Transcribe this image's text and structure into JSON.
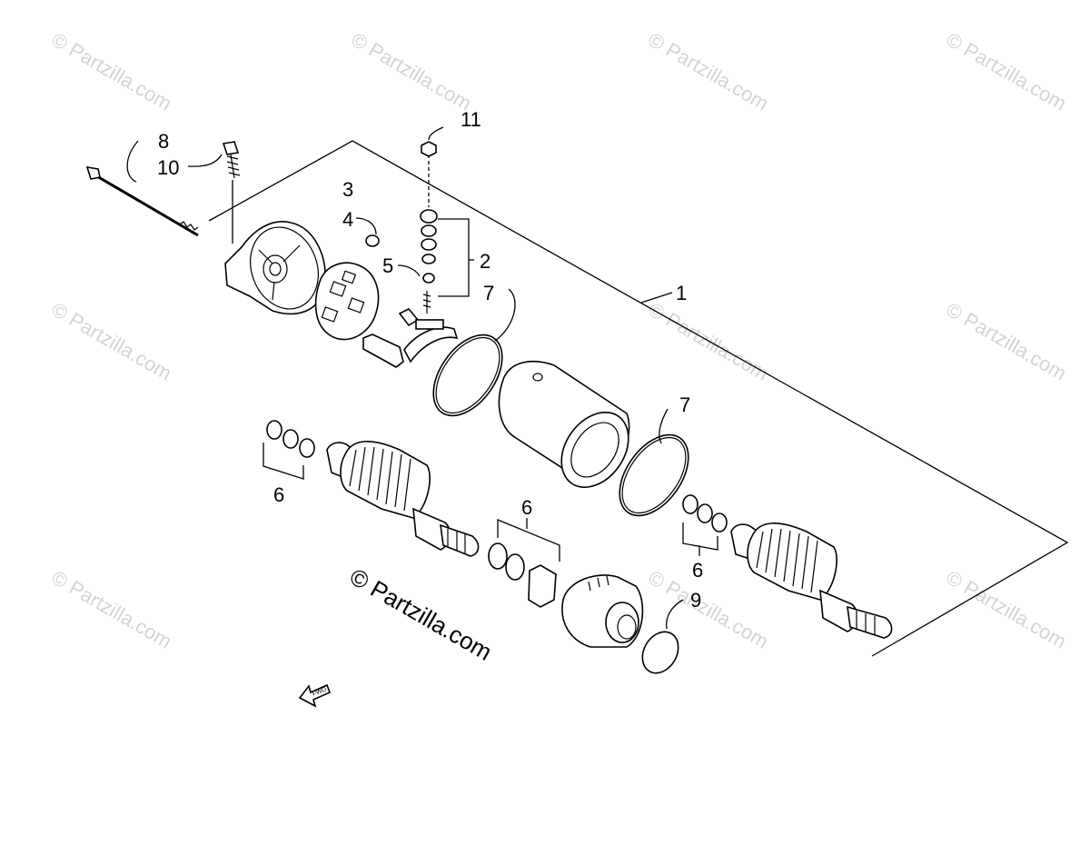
{
  "watermark": {
    "small_text": "© Partzilla.com",
    "center_text": "© Partzilla.com"
  },
  "callouts": {
    "c1": "1",
    "c2": "2",
    "c3": "3",
    "c4": "4",
    "c5": "5",
    "c6a": "6",
    "c6b": "6",
    "c6c": "6",
    "c7a": "7",
    "c7b": "7",
    "c8": "8",
    "c9": "9",
    "c10": "10",
    "c11": "11"
  },
  "fwd_arrow": {
    "label": "FWD",
    "icon": "forward-arrow-icon"
  }
}
